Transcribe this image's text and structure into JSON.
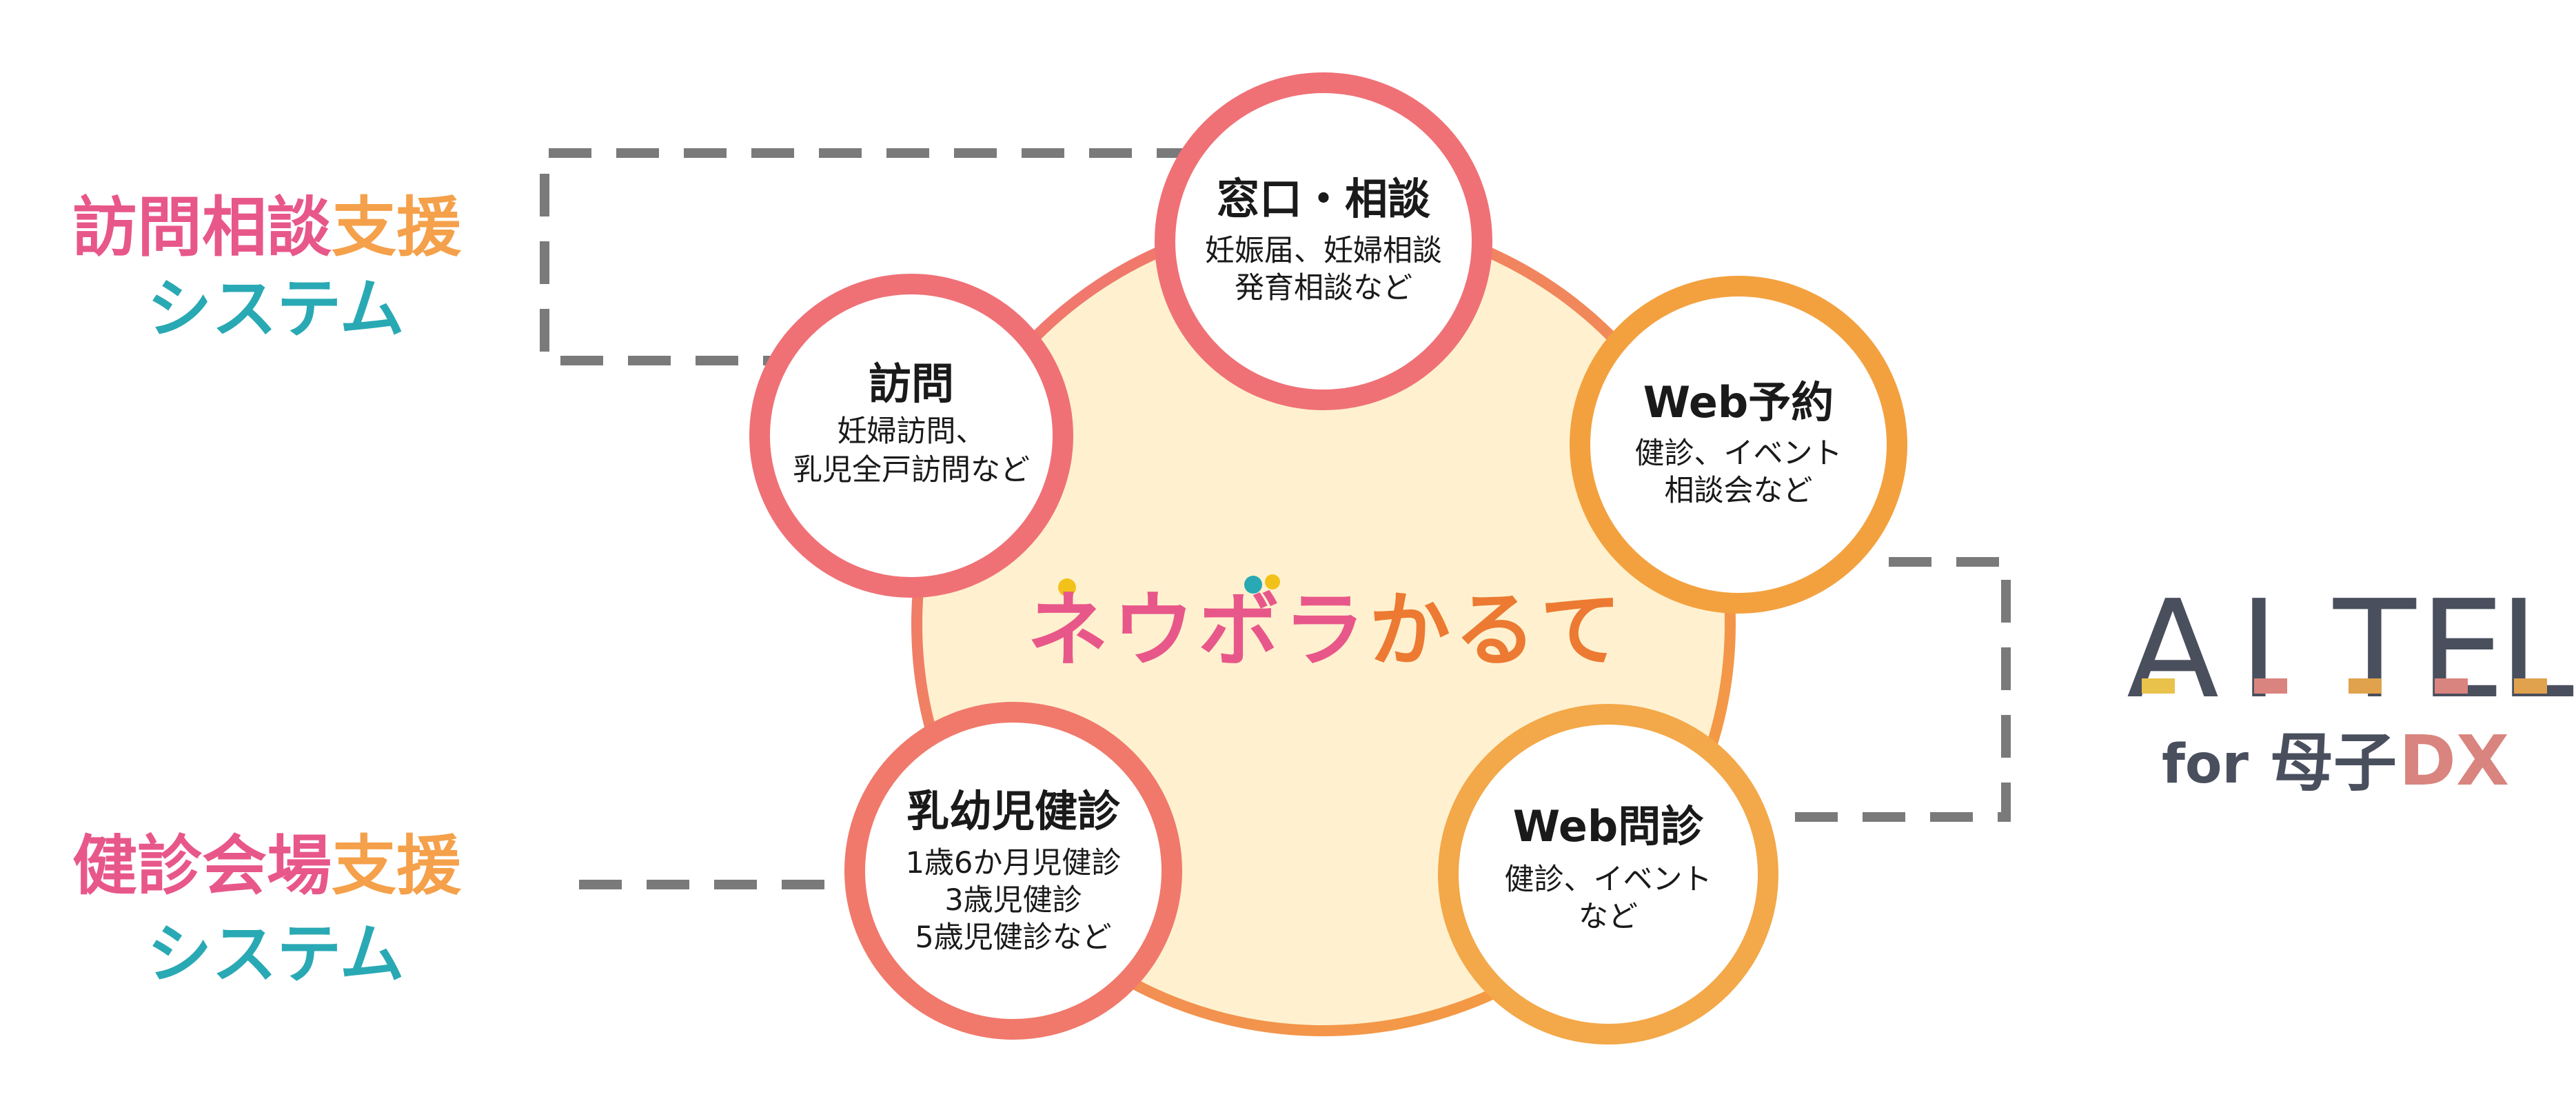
{
  "colors": {
    "pink": "#e8578a",
    "orange": "#f5a04a",
    "teal": "#29a9b4",
    "ring_salmon": "#ef7176",
    "ring_orange": "#f3a13f",
    "center_fill": "#fff1cf",
    "dash": "#7a7a7a",
    "aitel_dark": "#4a4f5e"
  },
  "side_labels": {
    "visit": {
      "line1_pink": "訪問相談",
      "line1_orange": "支援",
      "line2": "システム"
    },
    "checkup": {
      "line1_pink": "健診会場",
      "line1_orange": "支援",
      "line2": "システム"
    }
  },
  "center": {
    "brand_chars": [
      {
        "ch": "ネ",
        "color": "#e8578a"
      },
      {
        "ch": "ウ",
        "color": "#e8578a"
      },
      {
        "ch": "ボ",
        "color": "#e8578a"
      },
      {
        "ch": "ラ",
        "color": "#e8578a"
      },
      {
        "ch": "か",
        "color": "#ec7a32"
      },
      {
        "ch": "る",
        "color": "#ec7a32"
      },
      {
        "ch": "て",
        "color": "#ec7a32"
      }
    ],
    "dot_colors": [
      "#f2c21b",
      "#29a9b4",
      "#f2c21b"
    ]
  },
  "nodes": {
    "madoguchi": {
      "title": "窓口・相談",
      "lines": [
        "妊娠届、妊婦相談",
        "発育相談など"
      ]
    },
    "houmon": {
      "title": "訪問",
      "lines": [
        "妊婦訪問、",
        "乳児全戸訪問など"
      ]
    },
    "web_yoyaku": {
      "title": "Web予約",
      "lines": [
        "健診、イベント",
        "相談会など"
      ]
    },
    "nyuyouji": {
      "title": "乳幼児健診",
      "lines": [
        "1歳6か月児健診",
        "3歳児健診",
        "5歳児健診など"
      ]
    },
    "web_monshin": {
      "title": "Web問診",
      "lines": [
        "健診、イベント",
        "など"
      ]
    }
  },
  "aitel": {
    "letters": [
      "A",
      "I",
      "T",
      "E",
      "L"
    ],
    "accent_colors": [
      "#e8c24a",
      "#d9847e",
      "#e0a24d",
      "#d9847e",
      "#e0a24d"
    ],
    "for_label": "for",
    "boshi_label": "母子",
    "dx_label": "DX"
  }
}
